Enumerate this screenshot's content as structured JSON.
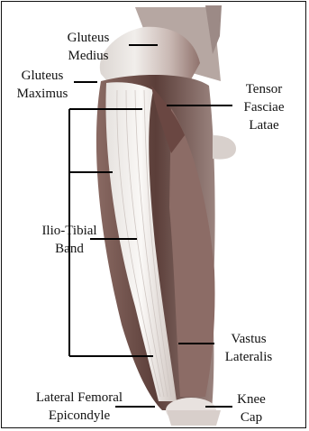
{
  "labels": {
    "gluteus_medius": [
      "Gluteus",
      "Medius"
    ],
    "gluteus_maximus": [
      "Gluteus",
      "Maximus"
    ],
    "tensor_fasciae_latae": [
      "Tensor",
      "Fasciae",
      "Latae"
    ],
    "ilio_tibial_band": [
      "Ilio-Tibial",
      "Band"
    ],
    "vastus_lateralis": [
      "Vastus",
      "Lateralis"
    ],
    "lateral_femoral_epicondyle": [
      "Lateral Femoral",
      "Epicondyle"
    ],
    "knee_cap": [
      "Knee",
      "Cap"
    ]
  },
  "colors": {
    "line": "#000000",
    "muscle_light": "#e9e4df",
    "muscle_mid": "#b79e97",
    "muscle_dark": "#6b4a44",
    "tendon": "#f2f0ee"
  }
}
